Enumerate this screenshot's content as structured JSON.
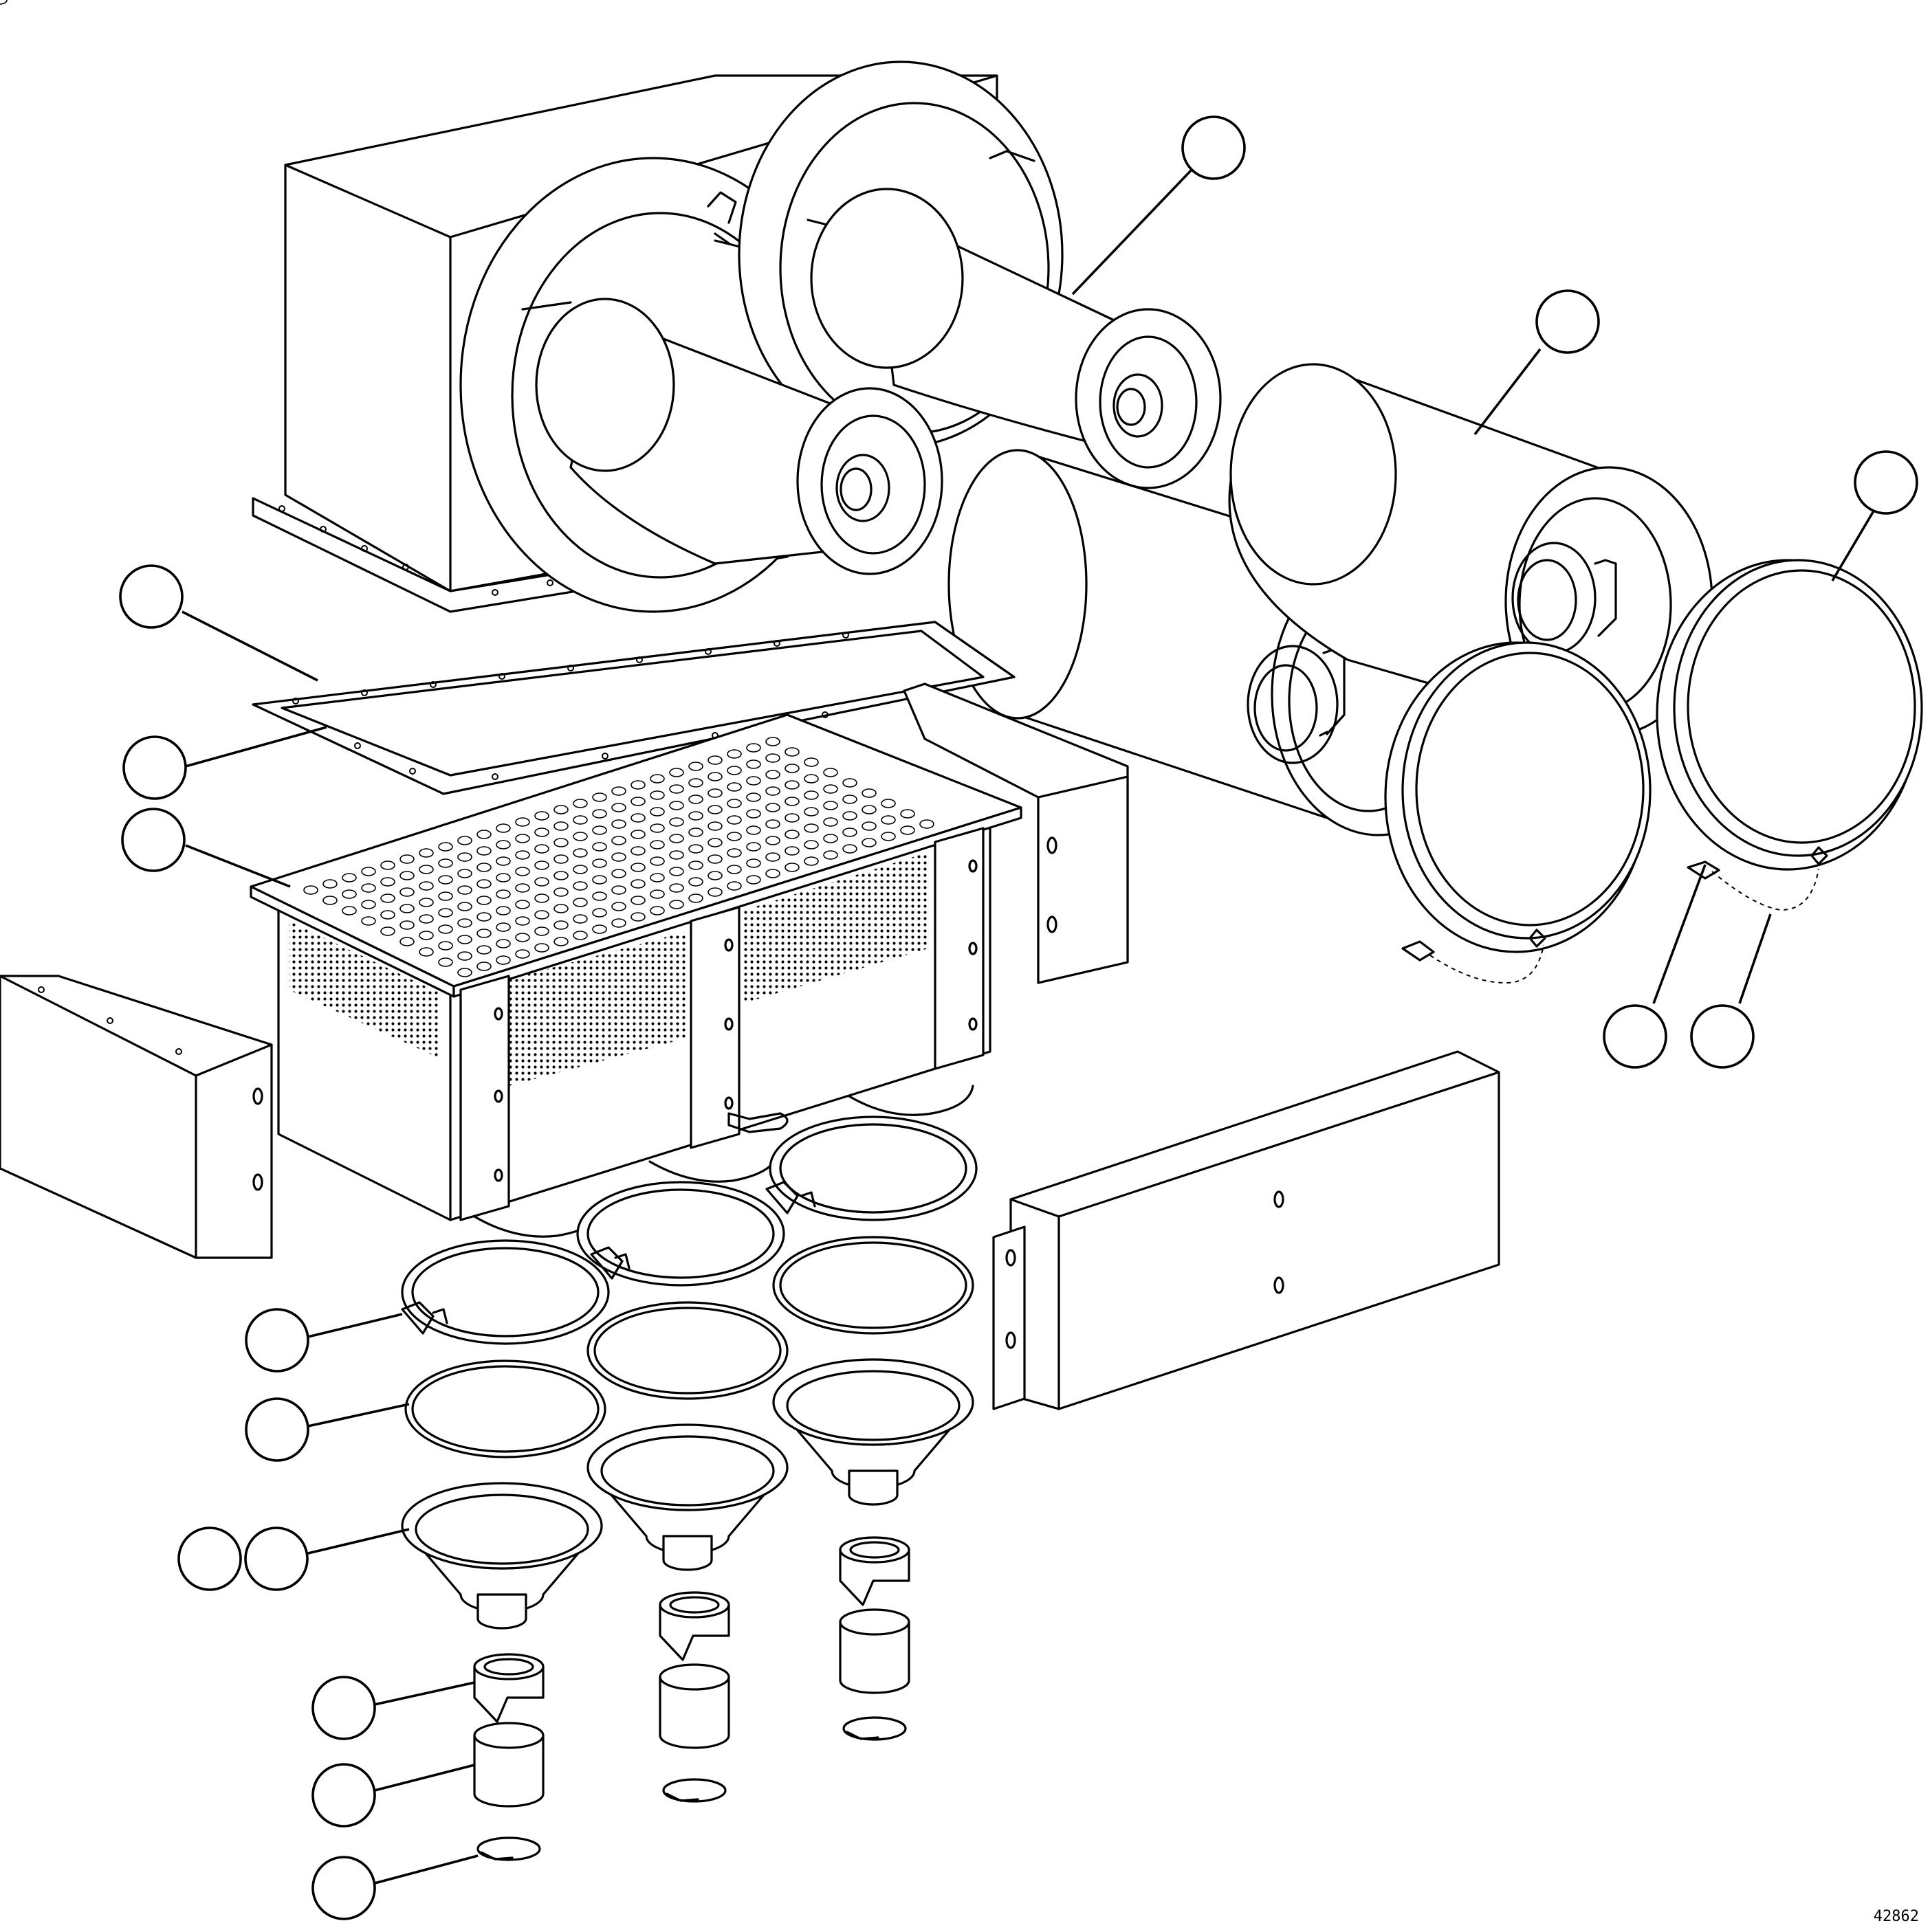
{
  "figure": {
    "figure_id": "42862",
    "line_color": "#000000",
    "background_color": "#ffffff"
  },
  "callouts": [
    {
      "name": "callout-filter-element-rear",
      "label": ""
    },
    {
      "name": "callout-filter-element-front",
      "label": ""
    },
    {
      "name": "callout-end-cover",
      "label": ""
    },
    {
      "name": "callout-gasket-upper",
      "label": ""
    },
    {
      "name": "callout-gasket-lower",
      "label": ""
    },
    {
      "name": "callout-perforated-plate",
      "label": ""
    },
    {
      "name": "callout-cover-chain",
      "label": ""
    },
    {
      "name": "callout-cover-chain-link",
      "label": ""
    },
    {
      "name": "callout-band-clamp",
      "label": ""
    },
    {
      "name": "callout-sealing-ring",
      "label": ""
    },
    {
      "name": "callout-dust-funnel-a",
      "label": ""
    },
    {
      "name": "callout-dust-funnel-b",
      "label": ""
    },
    {
      "name": "callout-dust-valve",
      "label": ""
    },
    {
      "name": "callout-hose-sleeve",
      "label": ""
    },
    {
      "name": "callout-hose-clamp",
      "label": ""
    }
  ]
}
